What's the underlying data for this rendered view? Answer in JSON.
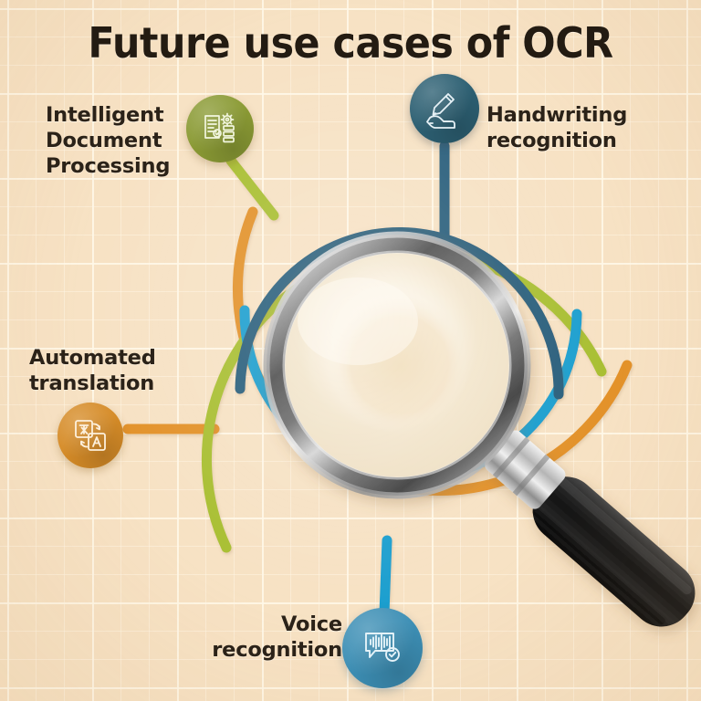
{
  "page": {
    "title": "Future use cases of OCR",
    "background_color": "#f7e2c4",
    "title_color": "#231b12"
  },
  "center_graphic": {
    "name": "magnifying-glass",
    "lens_color": "#f6ecd8",
    "rim_color": "#8d8d8d",
    "handle_color": "#272727"
  },
  "rings": [
    {
      "name": "orange-arc",
      "color": "#e3922c",
      "label_key": "automated_translation"
    },
    {
      "name": "green-arc",
      "color": "#a9bf33",
      "label_key": "intelligent_document_processing"
    },
    {
      "name": "cyan-arc",
      "color": "#1d9fcf",
      "label_key": "voice_recognition"
    },
    {
      "name": "blue-arc",
      "color": "#2b5f7b",
      "label_key": "handwriting_recognition"
    }
  ],
  "use_cases": [
    {
      "id": "intelligent_document_processing",
      "label_line1": "Intelligent",
      "label_line2": "Document",
      "label_line3": "Processing",
      "icon": "document-gear-icon",
      "color": "#8b9b35"
    },
    {
      "id": "handwriting_recognition",
      "label_line1": "Handwriting",
      "label_line2": "recognition",
      "icon": "hand-writing-pen-icon",
      "color": "#2d6073"
    },
    {
      "id": "automated_translation",
      "label_line1": "Automated",
      "label_line2": "translation",
      "icon": "translate-icon",
      "color": "#d68c28"
    },
    {
      "id": "voice_recognition",
      "label_line1": "Voice",
      "label_line2": "recognition",
      "icon": "speech-waveform-check-icon",
      "color": "#3d8fb5"
    }
  ]
}
